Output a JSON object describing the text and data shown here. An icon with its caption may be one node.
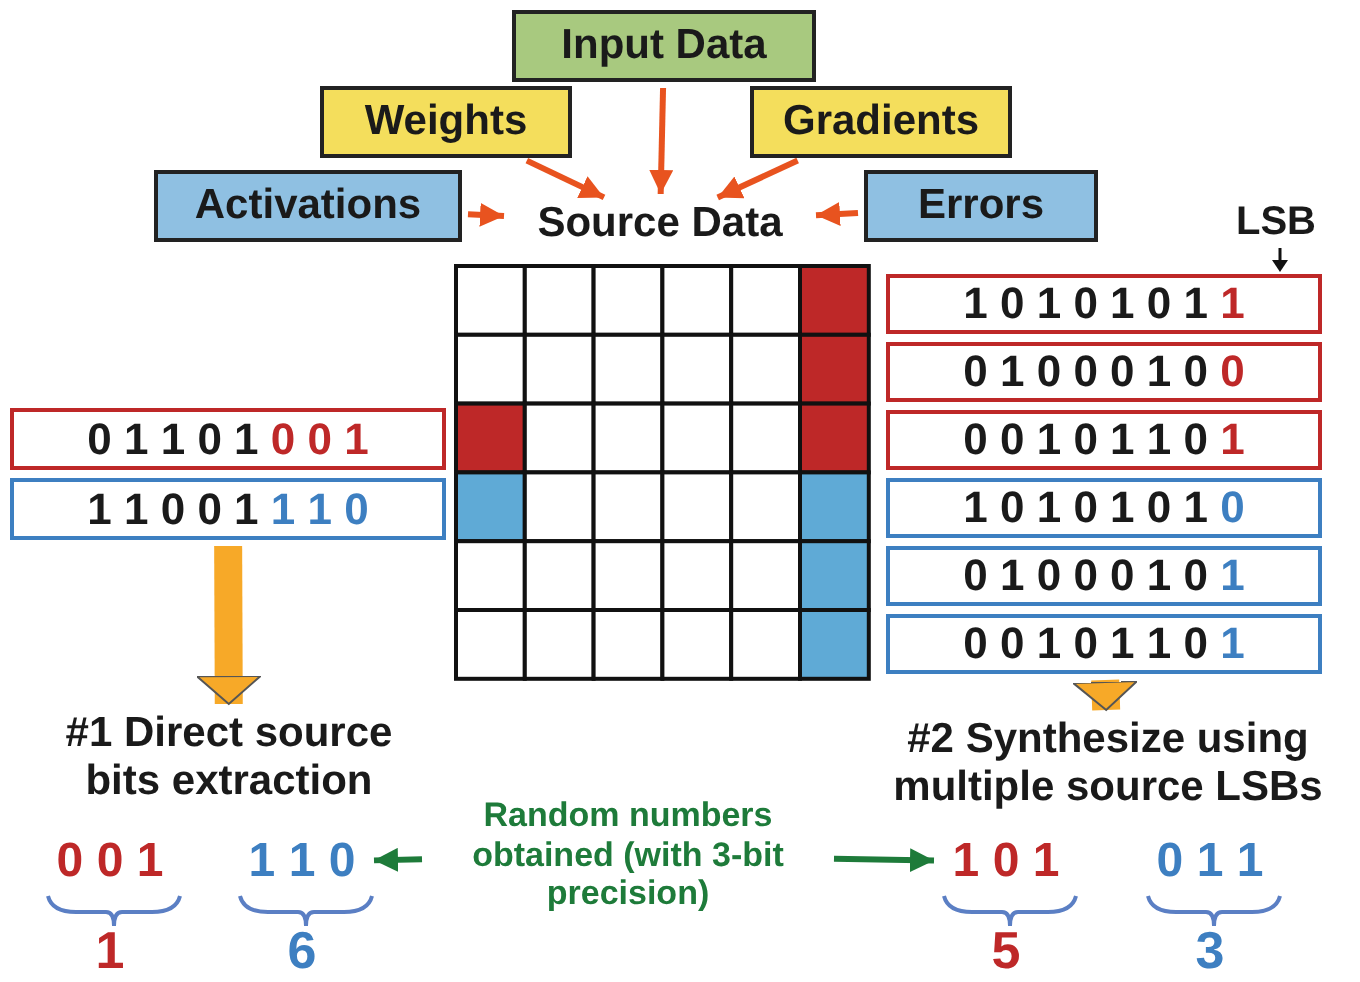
{
  "diagram": {
    "nodes": [
      {
        "text": [
          "Input Data"
        ]
      },
      {
        "text": [
          "Weights"
        ]
      },
      {
        "text": [
          "Gradients"
        ]
      },
      {
        "text": [
          "Activations"
        ]
      },
      {
        "text": [
          "Errors"
        ]
      },
      {
        "text": [
          "Source Data"
        ]
      },
      {
        "text": [
          "0 1 1 0 1 0 0 1"
        ]
      },
      {
        "text": [
          "1 1 0 0 1 1 1 0"
        ]
      },
      {
        "text": [
          "1 0 1 0 1 0 1 1"
        ]
      },
      {
        "text": [
          "0 1 0 0 0 1 0 0"
        ]
      },
      {
        "text": [
          "0 0 1 0 1 1 0 1"
        ]
      },
      {
        "text": [
          "1 0 1 0 1 0 1 0"
        ]
      },
      {
        "text": [
          "0 1 0 0 0 1 0 1"
        ]
      },
      {
        "text": [
          "0 0 1 0 1 1 0 1"
        ]
      },
      {
        "text": [
          "#1 Direct source bits extraction"
        ]
      },
      {
        "text": [
          "#2 Synthesize using multiple source LSBs"
        ]
      },
      {
        "text": [
          "Random numbers obtained (with 3-bit precision)"
        ]
      },
      {
        "text": [
          "0 0 1"
        ],
        "beside": [
          "1"
        ]
      },
      {
        "text": [
          "1 1 0"
        ],
        "beside": [
          "6"
        ]
      },
      {
        "text": [
          "1 0 1"
        ],
        "beside": [
          "5"
        ]
      },
      {
        "text": [
          "0 1 1"
        ],
        "beside": [
          "3"
        ]
      }
    ],
    "edges": [
      {
        "from": 0,
        "to": 5,
        "arrow": "to"
      },
      {
        "from": 1,
        "to": 5,
        "arrow": "to"
      },
      {
        "from": 2,
        "to": 5,
        "arrow": "to"
      },
      {
        "from": 3,
        "to": 5,
        "arrow": "to"
      },
      {
        "from": 4,
        "to": 5,
        "arrow": "to"
      },
      {
        "from": 7,
        "to": 14,
        "arrow": "to",
        "style": "thick",
        "color": "#f7a928"
      },
      {
        "from": 13,
        "to": 15,
        "arrow": "to",
        "style": "thick",
        "color": "#f7a928"
      },
      {
        "from": 16,
        "to": 18,
        "arrow": "to",
        "color": "#1e7b3a"
      },
      {
        "from": 16,
        "to": 19,
        "arrow": "to",
        "color": "#1e7b3a"
      }
    ],
    "labels": [
      "LSB"
    ]
  }
}
